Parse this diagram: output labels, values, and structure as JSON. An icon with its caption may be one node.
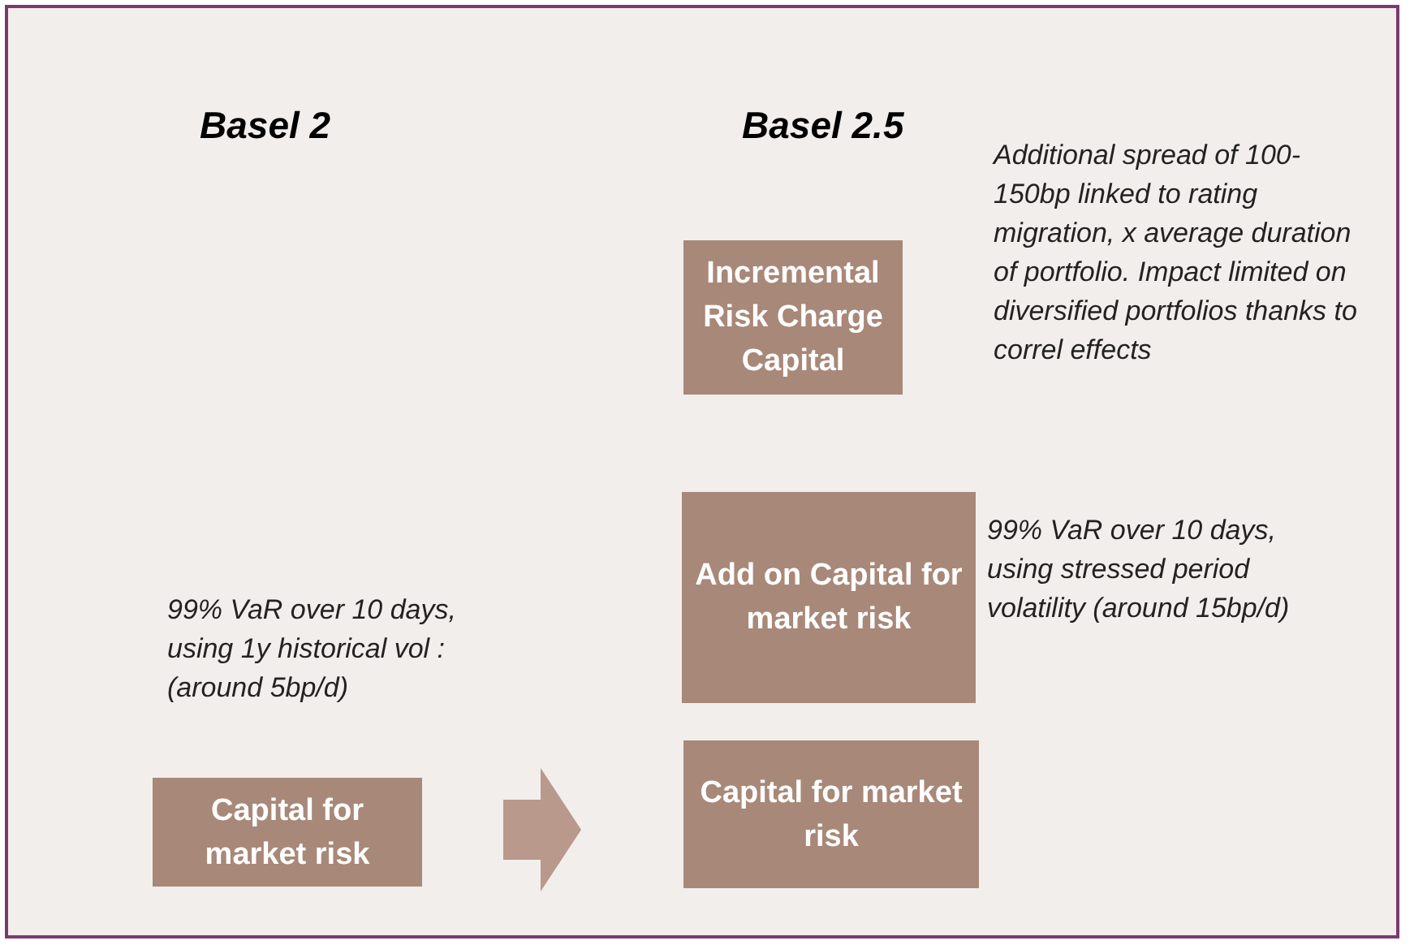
{
  "diagram": {
    "nodes": [
      {
        "text": [
          "Incremental Risk Charge Capital"
        ],
        "beside": [
          "Additional spread of 100-150bp linked to rating migration, x average duration of portfolio. Impact limited on diversified portfolios thanks to correl effects"
        ]
      },
      {
        "text": [
          "Add on Capital for market risk"
        ],
        "beside": [
          "99% VaR over 10 days, using  stressed period volatility (around 15bp/d)"
        ]
      },
      {
        "text": [
          "Capital for market risk"
        ],
        "beside": [
          "99% VaR over 10 days, using 1y historical vol : (around 5bp/d)"
        ]
      },
      {
        "text": [
          "Capital for market risk"
        ]
      }
    ],
    "edges": [
      {
        "from": 2,
        "to": 3,
        "arrow": "to"
      }
    ],
    "labels": [
      "Basel 2",
      "Basel 2.5"
    ]
  }
}
